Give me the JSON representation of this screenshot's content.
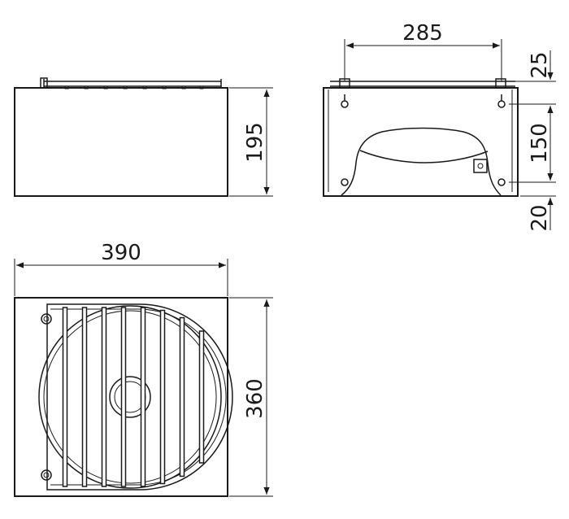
{
  "dimensions": {
    "side_height": "195",
    "front_width": "285",
    "front_top": "25",
    "front_middle": "150",
    "front_bottom": "20",
    "top_width": "390",
    "top_depth": "360"
  }
}
